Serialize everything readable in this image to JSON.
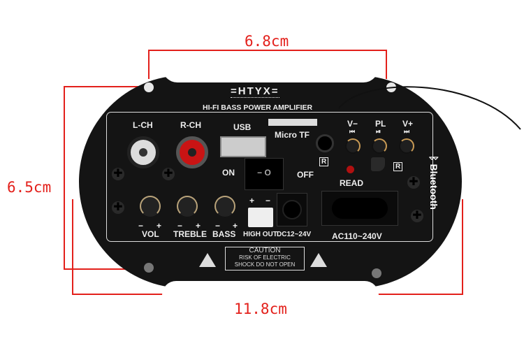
{
  "dimensions": {
    "width": "6.8cm",
    "height": "6.5cm",
    "length": "11.8cm"
  },
  "brand": {
    "name": "=HTYX=",
    "subtitle": "HI-FI BASS POWER AMPLIFIER"
  },
  "inputs": {
    "left": "L-CH",
    "right": "R-CH",
    "usb": "USB",
    "tf": "Micro TF"
  },
  "switch": {
    "on": "ON",
    "off": "OFF",
    "symbol": "− O"
  },
  "buttons": {
    "vol_down": "V−",
    "play": "PL",
    "vol_up": "V+",
    "vol_down_icon": "⏮",
    "play_icon": "⏯",
    "vol_up_icon": "⏭"
  },
  "led": "READ",
  "registered": "R",
  "knobs": [
    {
      "label": "VOL"
    },
    {
      "label": "TREBLE"
    },
    {
      "label": "BASS"
    }
  ],
  "knob_signs": {
    "minus": "−",
    "plus": "+"
  },
  "outputs": {
    "high_out": "HIGH OUT",
    "dc": "DC12~24V",
    "ac": "AC110~240V",
    "plus": "+",
    "minus": "−"
  },
  "caution": {
    "title": "CAUTION",
    "line1": "RISK OF ELECTRIC",
    "line2": "SHOCK DO NOT OPEN"
  },
  "bluetooth": "Bluetooth",
  "colors": {
    "dimension": "#e3201b",
    "board": "#141414"
  }
}
